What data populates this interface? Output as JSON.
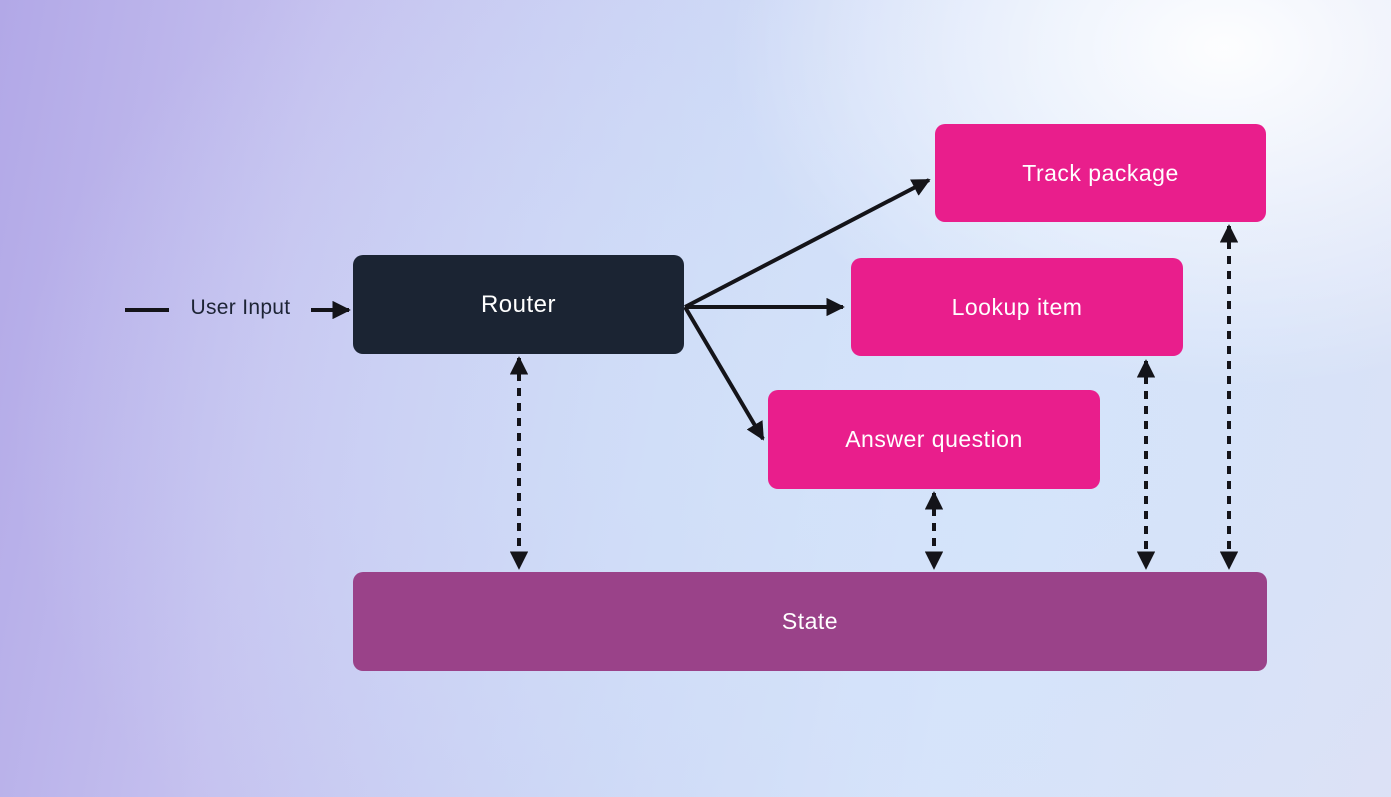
{
  "title": "Router architecture diagram",
  "colors": {
    "node_pink": "#e91e8c",
    "node_dark": "#1b2433",
    "node_purple": "#9a4289",
    "arrow": "#141419",
    "label_text": "#1d2435",
    "node_text": "#ffffff",
    "background_left": "#b2a8e7",
    "background_right": "#e9eef9"
  },
  "diagram": {
    "input_label": "User Input",
    "nodes": {
      "router": {
        "label": "Router"
      },
      "track_package": {
        "label": "Track package"
      },
      "lookup_item": {
        "label": "Lookup item"
      },
      "answer_question": {
        "label": "Answer question"
      },
      "state": {
        "label": "State"
      }
    },
    "edges": [
      {
        "from": "User Input",
        "to": "Router",
        "style": "solid-arrow"
      },
      {
        "from": "Router",
        "to": "Track package",
        "style": "solid-arrow"
      },
      {
        "from": "Router",
        "to": "Lookup item",
        "style": "solid-arrow"
      },
      {
        "from": "Router",
        "to": "Answer question",
        "style": "solid-arrow"
      },
      {
        "from": "Router",
        "to": "State",
        "style": "dashed-bidirectional"
      },
      {
        "from": "Answer question",
        "to": "State",
        "style": "dashed-bidirectional"
      },
      {
        "from": "Lookup item",
        "to": "State",
        "style": "dashed-bidirectional"
      },
      {
        "from": "Track package",
        "to": "State",
        "style": "dashed-bidirectional"
      }
    ]
  }
}
